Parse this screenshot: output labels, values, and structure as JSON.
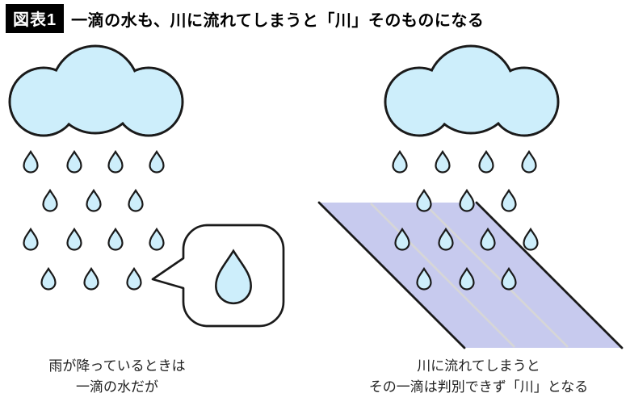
{
  "figure": {
    "badge_label": "図表1",
    "title": "一滴の水も、川に流れてしまうと「川」そのものになる"
  },
  "left_panel": {
    "caption_line1": "雨が降っているときは",
    "caption_line2": "一滴の水だが",
    "icons": [
      "cloud-icon",
      "raindrop-icon",
      "speech-bubble",
      "highlighted-raindrop-icon"
    ]
  },
  "right_panel": {
    "caption_line1": "川に流れてしまうと",
    "caption_line2": "その一滴は判別できず「川」となる",
    "icons": [
      "cloud-icon",
      "raindrop-icon",
      "river-shape"
    ]
  },
  "colors": {
    "cloud_fill": "#cdeefb",
    "drop_fill": "#cdeefb",
    "river_fill": "#c7caee",
    "stream_line": "#d6d6d6",
    "outline": "#1a1a1a",
    "badge_bg": "#000000",
    "badge_text": "#ffffff",
    "caption_text": "#222222"
  }
}
